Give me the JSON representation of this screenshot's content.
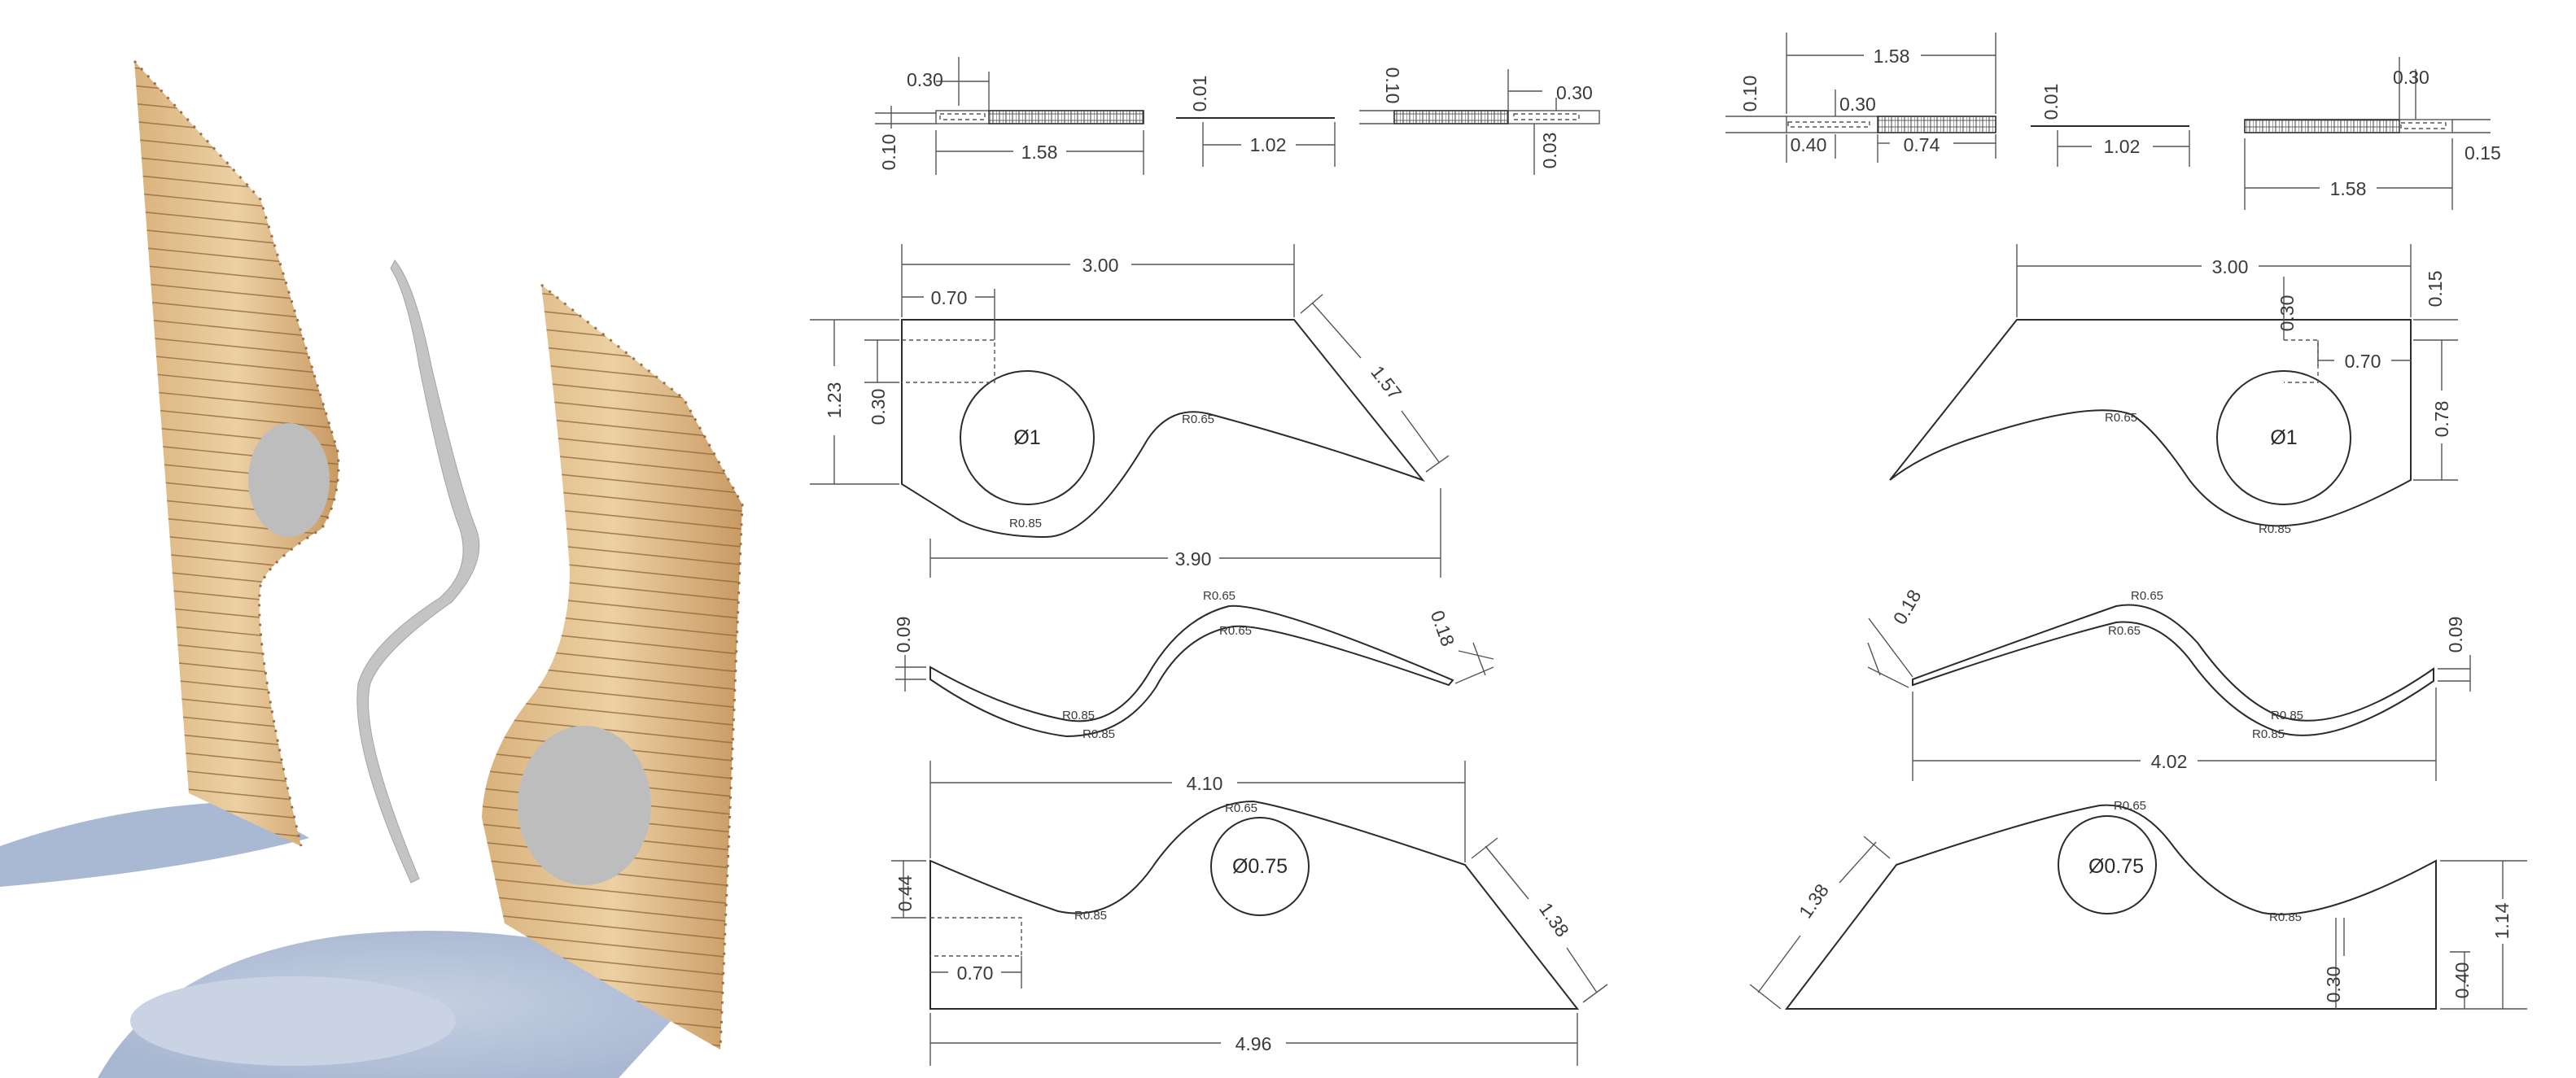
{
  "render": {
    "description_labels": [],
    "colors": {
      "wood_light": "#e6c595",
      "wood_dark": "#b98a55",
      "plank_line": "#8f6539",
      "cutout_grey": "#bdbdbd",
      "shadow_blue": "#a9b8d3",
      "line": "#2b2b2b"
    }
  },
  "top_views_left": {
    "a_w": "0.30",
    "a_t": "0.10",
    "a_len": "1.58",
    "b_t": "0.01",
    "b_len": "1.02",
    "c_t": "0.10",
    "c_w": "0.30",
    "c_gap": "0.03"
  },
  "top_views_right": {
    "a_len": "1.58",
    "a_t": "0.10",
    "a_w": "0.30",
    "a_off": "0.40",
    "a_rest": "0.74",
    "b_t": "0.01",
    "b_len": "1.02",
    "c_w": "0.30",
    "c_t": "0.15",
    "c_len": "1.58"
  },
  "panel1_left": {
    "width": "3.00",
    "inset": "0.70",
    "height": "1.23",
    "depth": "0.30",
    "diag": "1.57",
    "hole": "Ø1",
    "r1": "R0.65",
    "r2": "R0.85",
    "base": "3.90"
  },
  "panel1_right": {
    "width": "3.00",
    "top_off": "0.15",
    "depth": "0.30",
    "inset": "0.70",
    "height": "0.78",
    "hole": "Ø1",
    "r1": "R0.65",
    "r2": "R0.85"
  },
  "strip_left": {
    "t_end": "0.09",
    "t_slant": "0.18",
    "r_top_a": "R0.65",
    "r_top_b": "R0.65",
    "r_bot_a": "R0.85",
    "r_bot_b": "R0.85"
  },
  "strip_right": {
    "t_slant": "0.18",
    "t_end": "0.09",
    "length": "4.02",
    "r_top_a": "R0.65",
    "r_top_b": "R0.65",
    "r_bot_a": "R0.85",
    "r_bot_b": "R0.85"
  },
  "panel2_left": {
    "width": "4.10",
    "left_h": "0.44",
    "inset": "0.70",
    "diag": "1.38",
    "hole": "Ø0.75",
    "r1": "R0.65",
    "r2": "R0.85",
    "base": "4.96"
  },
  "panel2_right": {
    "diag": "1.38",
    "hole": "Ø0.75",
    "r1": "R0.65",
    "r2": "R0.85",
    "height": "1.14",
    "depth": "0.30",
    "base_h": "0.40"
  }
}
